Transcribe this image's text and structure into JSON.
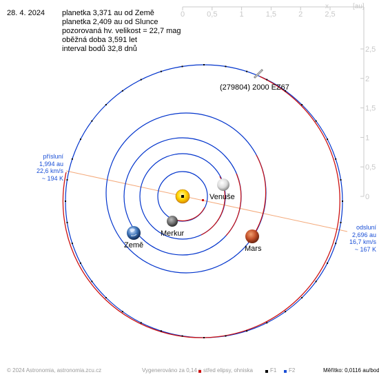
{
  "date": "28. 4. 2024",
  "info": {
    "line1": "planetka 3,371 au od Země",
    "line2": "planetka 2,409 au od Slunce",
    "line3": "pozorovaná hv. velikost = 22,7 mag",
    "line4": "oběžná doba 3,591 let",
    "line5": "interval bodů 32,8 dnů"
  },
  "axes": {
    "x_letter": "x",
    "unit": "[au]",
    "x_ticks": [
      "0",
      "0,5",
      "1",
      "1,5",
      "2",
      "2,5"
    ],
    "y_ticks": [
      "2,5",
      "2",
      "1,5",
      "1",
      "0,5",
      "0"
    ],
    "tick_color": "#c8c8c8"
  },
  "asteroid_label": "(279804) 2000 EZ67",
  "perihelion": {
    "title": "přísluní",
    "dist": "1,994 au",
    "speed": "22,6 km/s",
    "temp": "~ 194 K"
  },
  "aphelion": {
    "title": "odsluní",
    "dist": "2,696 au",
    "speed": "16,7 km/s",
    "temp": "~ 167 K"
  },
  "planets": {
    "venus": "Venuše",
    "mercury": "Merkur",
    "earth": "Země",
    "mars": "Mars"
  },
  "footer": {
    "copyright": "© 2024 Astronomia, astronomia.zcu.cz",
    "generated": "Vygenerováno za 0,14 s",
    "center_legend": "střed elipsy, ohniska",
    "f1": "F1",
    "f2": "F2",
    "scale": "Měřítko: 0,0116 au/bod"
  },
  "colors": {
    "orbit_blue": "#0033cc",
    "orbit_red": "#cc1111",
    "apsis_line": "#f4a97a",
    "label_blue": "#1a4fd6"
  }
}
